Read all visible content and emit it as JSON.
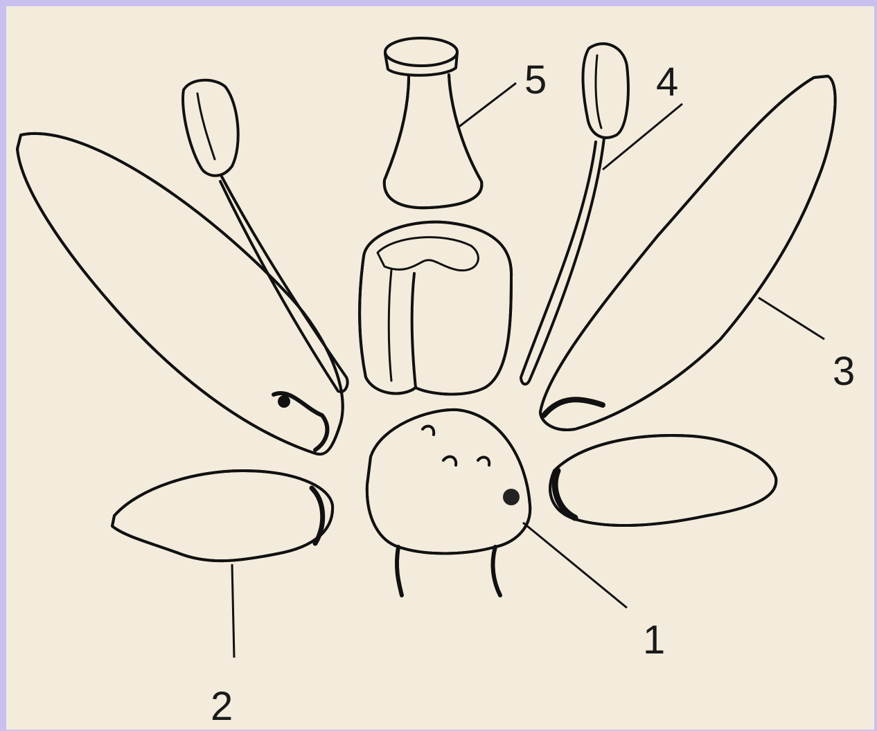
{
  "diagram": {
    "labels": [
      {
        "id": "ovary",
        "text": "1"
      },
      {
        "id": "sepal",
        "text": "2"
      },
      {
        "id": "petal",
        "text": "3"
      },
      {
        "id": "stamen",
        "text": "4"
      },
      {
        "id": "pistil",
        "text": "5"
      }
    ]
  }
}
